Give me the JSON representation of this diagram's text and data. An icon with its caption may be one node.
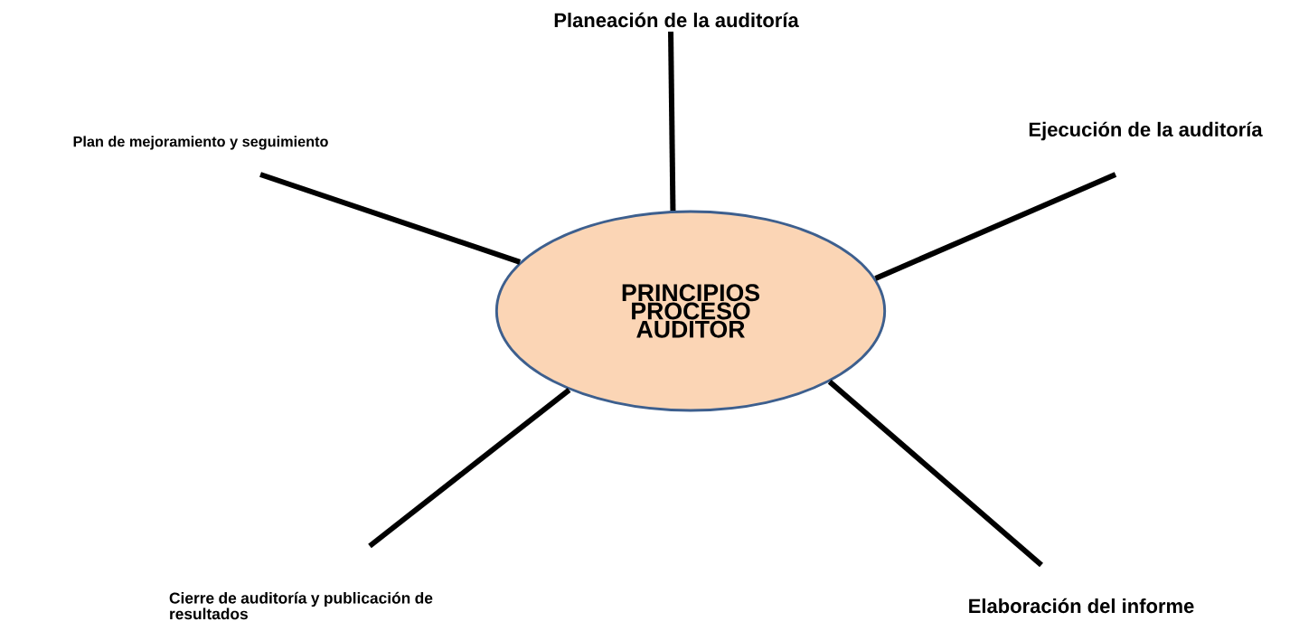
{
  "diagram": {
    "nodes": [
      {
        "text": [
          "PRINCIPIOS PROCESO AUDITOR"
        ]
      },
      {
        "text": [
          "Planeación de la auditoría"
        ]
      },
      {
        "text": [
          "Ejecución de la auditoría"
        ]
      },
      {
        "text": [
          "Plan de mejoramiento y seguimiento"
        ]
      },
      {
        "text": [
          "Cierre de auditoría y publicación de resultados"
        ]
      },
      {
        "text": [
          "Elaboración del informe"
        ]
      }
    ],
    "edges": [
      {
        "from": 0,
        "to": 1,
        "arrow": "none"
      },
      {
        "from": 0,
        "to": 2,
        "arrow": "none"
      },
      {
        "from": 0,
        "to": 3,
        "arrow": "none"
      },
      {
        "from": 0,
        "to": 4,
        "arrow": "none"
      },
      {
        "from": 0,
        "to": 5,
        "arrow": "none"
      }
    ]
  }
}
